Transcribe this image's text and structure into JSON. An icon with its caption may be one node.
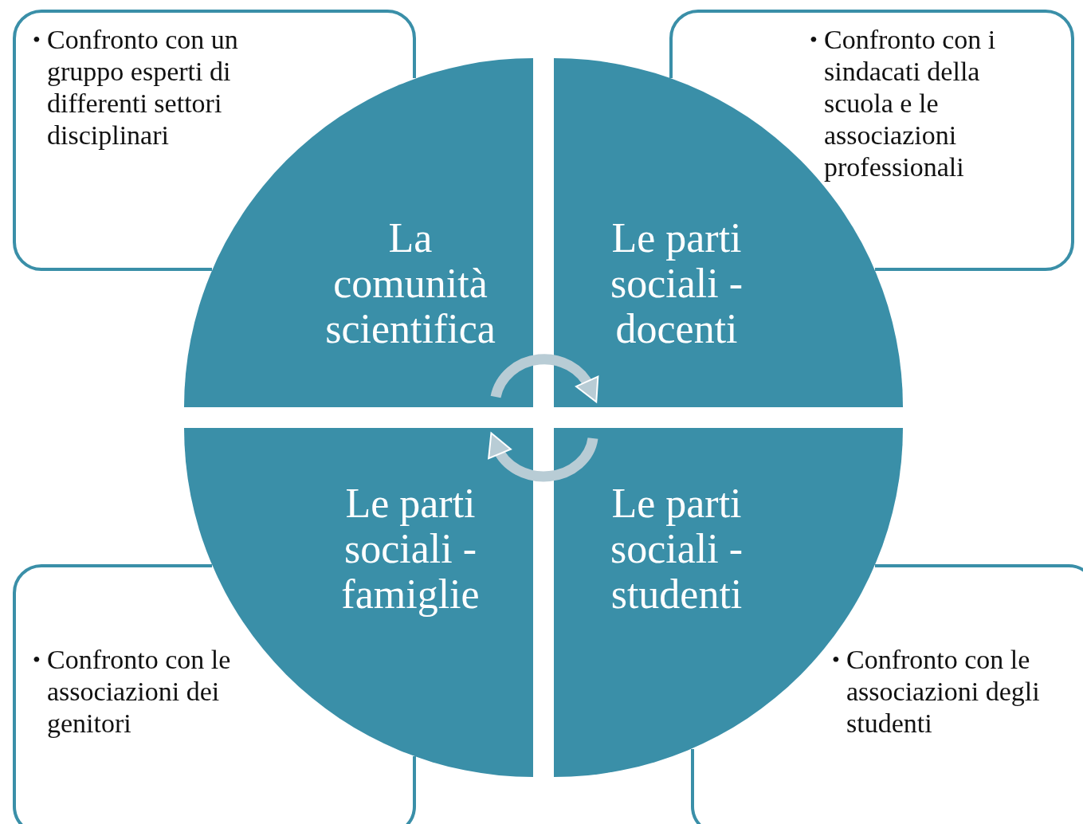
{
  "diagram": {
    "nodes": [
      {
        "text": [
          "Confronto con un gruppo esperti di differenti settori disciplinari"
        ]
      },
      {
        "text": [
          "Confronto con i sindacati della scuola e le associazioni professionali"
        ]
      },
      {
        "text": [
          "La comunità scientifica"
        ]
      },
      {
        "text": [
          "Le parti sociali - docenti"
        ]
      },
      {
        "text": [
          "Le parti sociali - famiglie"
        ]
      },
      {
        "text": [
          "Le parti sociali - studenti"
        ]
      },
      {
        "text": [
          "Confronto con le associazioni dei genitori"
        ]
      },
      {
        "text": [
          "Confronto con le associazioni degli studenti"
        ]
      }
    ],
    "edges": [
      {
        "from": 2,
        "to": 3,
        "arrow": "to"
      },
      {
        "from": 5,
        "to": 4,
        "arrow": "to"
      }
    ],
    "labels": [
      "•",
      "•",
      "•",
      "•"
    ]
  }
}
